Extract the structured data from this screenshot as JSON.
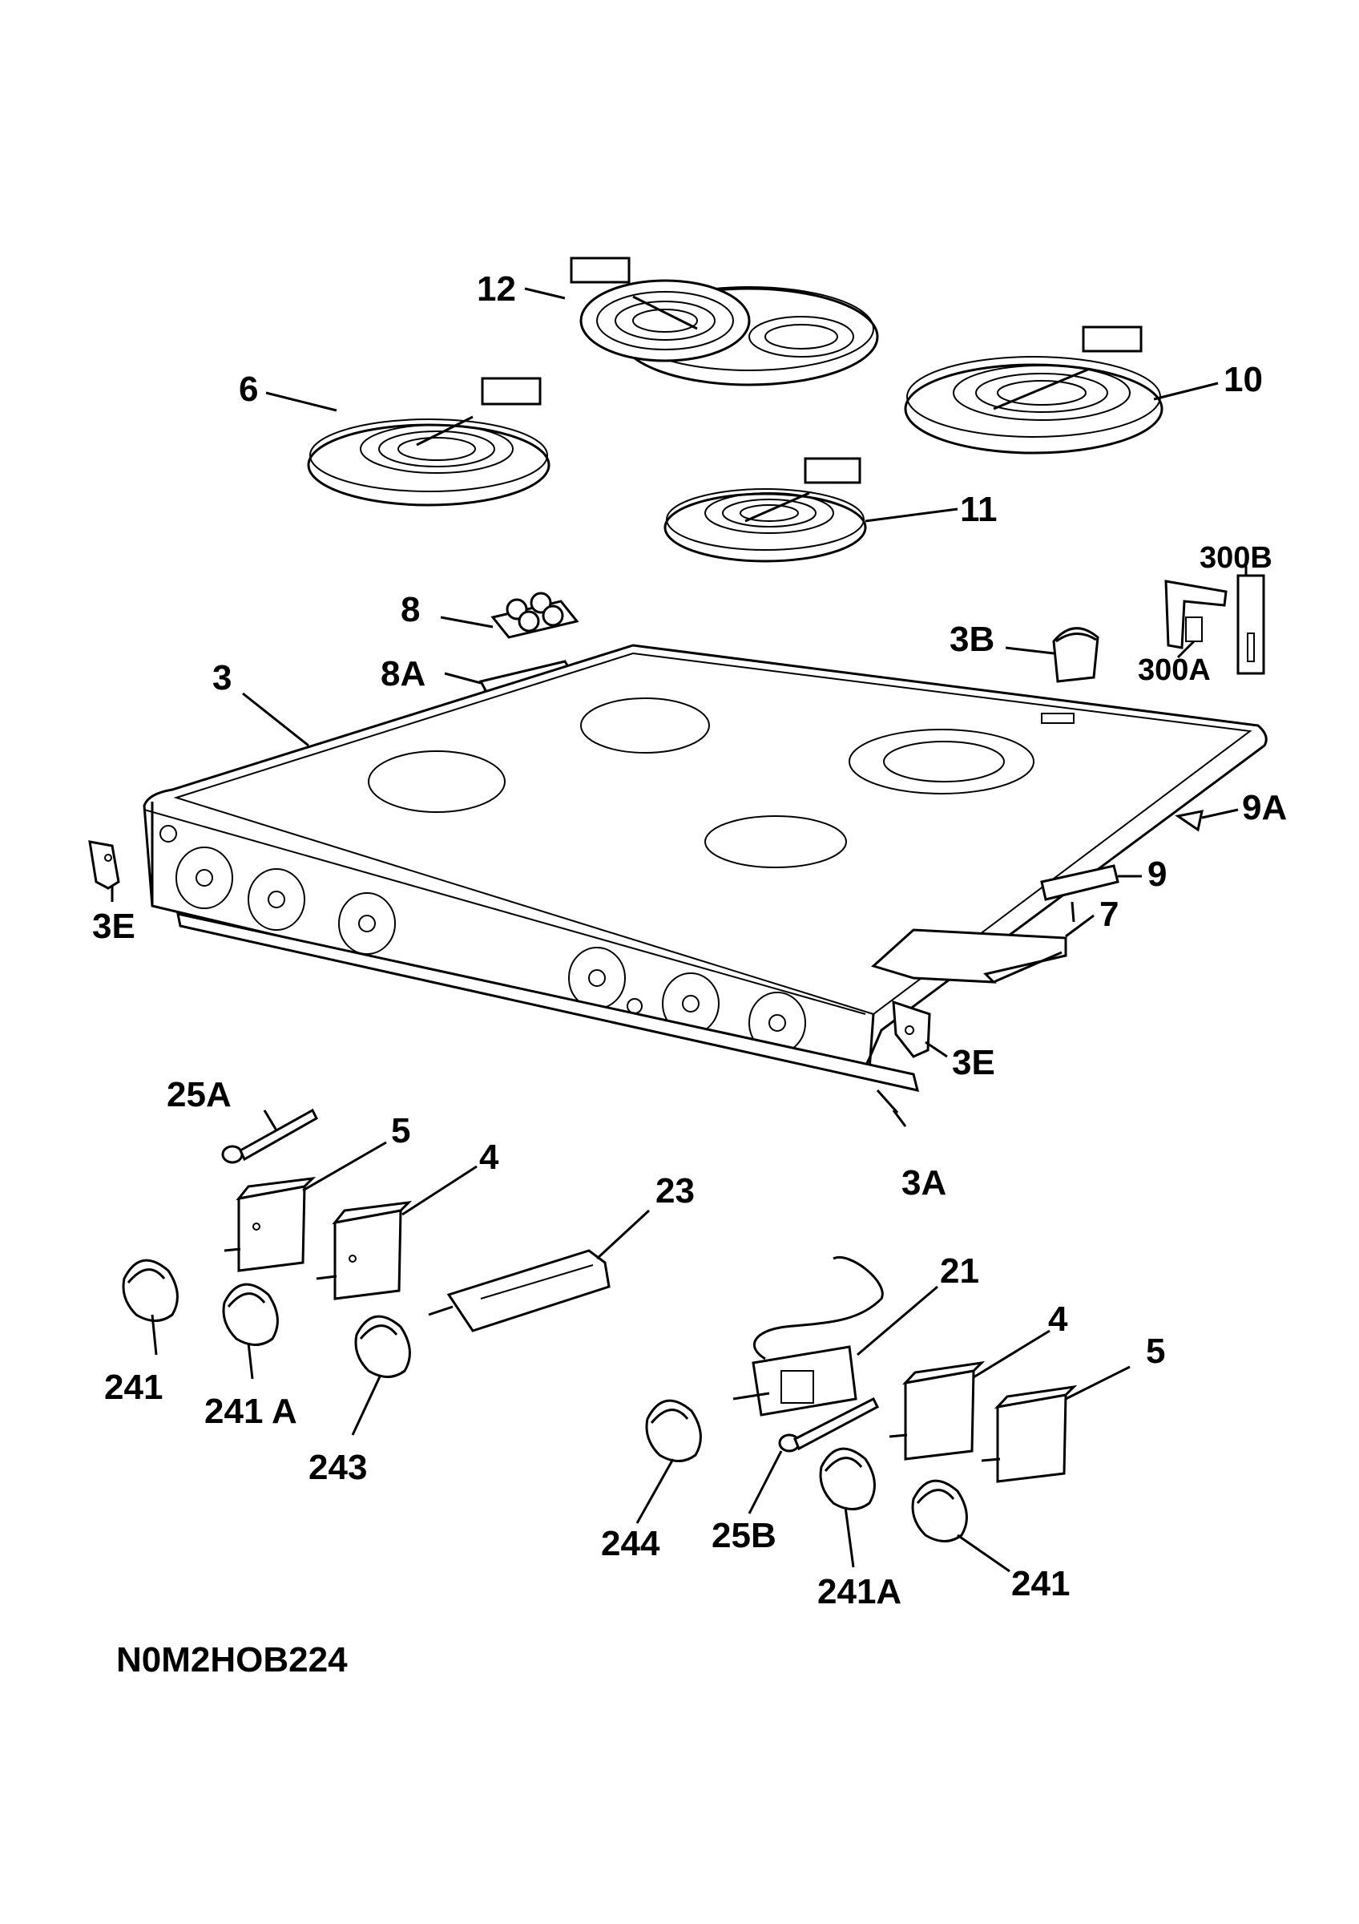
{
  "diagram_code": "N0M2HOB224",
  "labels": {
    "l12": "12",
    "l6": "6",
    "l10": "10",
    "l11": "11",
    "l300B": "300B",
    "l8": "8",
    "l3B": "3B",
    "l300A": "300A",
    "l3": "3",
    "l8A": "8A",
    "l9A": "9A",
    "l9": "9",
    "l3E_left": "3E",
    "l7": "7",
    "l3E_right": "3E",
    "l25A": "25A",
    "l5_left": "5",
    "l4_left": "4",
    "l23": "23",
    "l3A": "3A",
    "l21": "21",
    "l4_right": "4",
    "l5_right": "5",
    "l241_left": "241",
    "l241A_left": "241 A",
    "l243": "243",
    "l244": "244",
    "l25B": "25B",
    "l241A_right": "241A",
    "l241_right": "241"
  }
}
